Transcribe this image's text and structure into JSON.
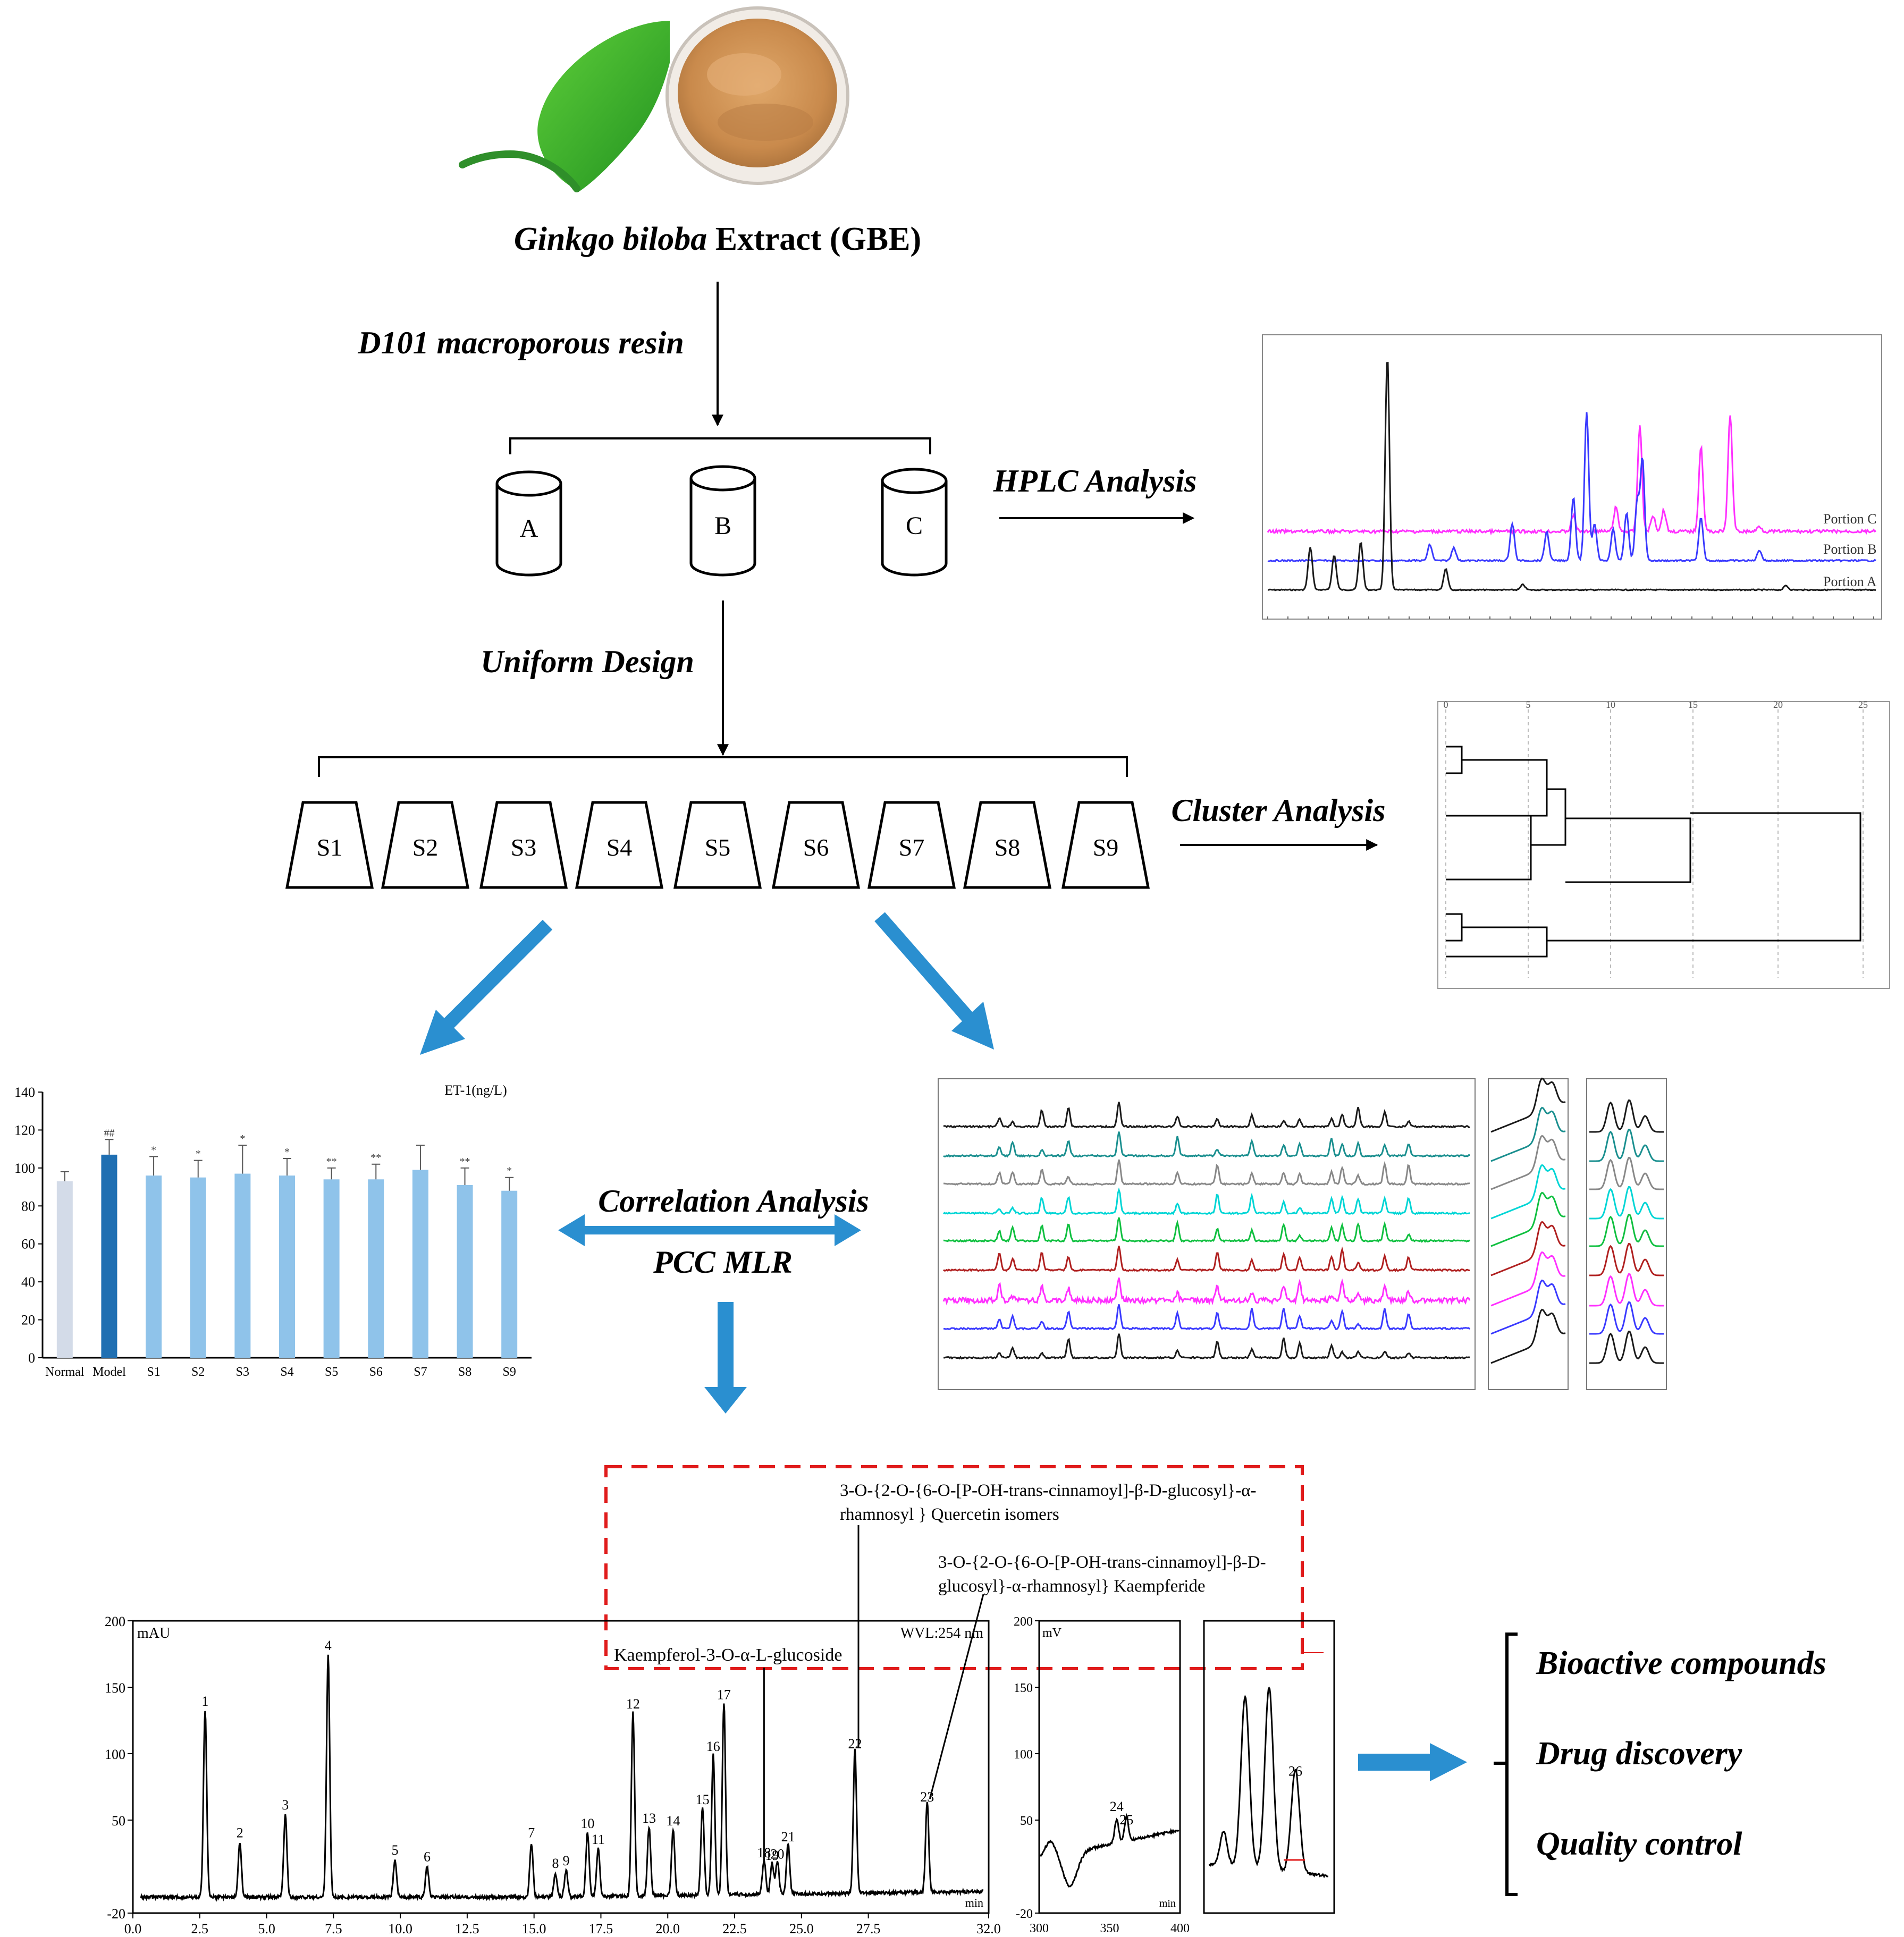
{
  "title": {
    "italic_part": "Ginkgo biloba",
    "rest": " Extract (GBE)"
  },
  "steps": {
    "resin": "D101 macroporous resin",
    "uniform": "Uniform Design",
    "hplc": "HPLC Analysis",
    "cluster": "Cluster Analysis",
    "correlation": "Correlation Analysis",
    "pcc": "PCC MLR"
  },
  "portions": [
    "A",
    "B",
    "C"
  ],
  "samples": [
    "S1",
    "S2",
    "S3",
    "S4",
    "S5",
    "S6",
    "S7",
    "S8",
    "S9"
  ],
  "hplc_legend": [
    "Portion C",
    "Portion B",
    "Portion A"
  ],
  "outcomes": [
    "Bioactive compounds",
    "Drug discovery",
    "Quality control"
  ],
  "colors": {
    "arrow_blue": "#2a8fd0",
    "bar_light": "#d3dbe8",
    "bar_model": "#1f6fb2",
    "bar_s": "#8fc3ea",
    "portion_a": "#1a1a1a",
    "portion_b": "#3a3aff",
    "portion_c": "#ff30ff",
    "dash_red": "#e01b1b"
  },
  "chart_data": [
    {
      "type": "bar",
      "title": "ET-1(ng/L)",
      "categories": [
        "Normal",
        "Model",
        "S1",
        "S2",
        "S3",
        "S4",
        "S5",
        "S6",
        "S7",
        "S8",
        "S9"
      ],
      "values": [
        93,
        107,
        96,
        95,
        97,
        96,
        94,
        94,
        99,
        91,
        88
      ],
      "errors": [
        5,
        8,
        10,
        9,
        15,
        9,
        6,
        8,
        13,
        9,
        7
      ],
      "significance": [
        "",
        "##",
        "*",
        "*",
        "*",
        "*",
        "**",
        "**",
        "",
        "**",
        "*"
      ],
      "ylim": [
        0,
        140
      ],
      "yticks": [
        0,
        20,
        40,
        60,
        80,
        100,
        120,
        140
      ]
    },
    {
      "type": "line",
      "title": "",
      "unit": "mAU",
      "wavelength": "WVL:254 nm",
      "xunit": "min",
      "xlim": [
        0,
        32
      ],
      "ylim": [
        -20,
        200
      ],
      "xticks": [
        "0.0",
        "2.5",
        "5.0",
        "7.5",
        "10.0",
        "12.5",
        "15.0",
        "17.5",
        "20.0",
        "22.5",
        "25.0",
        "27.5",
        "32.0"
      ],
      "yticks": [
        "-20",
        "50",
        "100",
        "150",
        "200"
      ],
      "peaks": [
        {
          "label": "1",
          "x": 2.7,
          "y": 132
        },
        {
          "label": "2",
          "x": 4.0,
          "y": 33
        },
        {
          "label": "3",
          "x": 5.7,
          "y": 54
        },
        {
          "label": "4",
          "x": 7.3,
          "y": 174
        },
        {
          "label": "5",
          "x": 9.8,
          "y": 20
        },
        {
          "label": "6",
          "x": 11.0,
          "y": 15
        },
        {
          "label": "7",
          "x": 14.9,
          "y": 33
        },
        {
          "label": "8",
          "x": 15.8,
          "y": 10
        },
        {
          "label": "9",
          "x": 16.2,
          "y": 12
        },
        {
          "label": "10",
          "x": 17.0,
          "y": 40
        },
        {
          "label": "11",
          "x": 17.4,
          "y": 28
        },
        {
          "label": "12",
          "x": 18.7,
          "y": 130
        },
        {
          "label": "13",
          "x": 19.3,
          "y": 44
        },
        {
          "label": "14",
          "x": 20.2,
          "y": 42
        },
        {
          "label": "15",
          "x": 21.3,
          "y": 58
        },
        {
          "label": "16",
          "x": 21.7,
          "y": 98
        },
        {
          "label": "17",
          "x": 22.1,
          "y": 137
        },
        {
          "label": "18",
          "x": 23.6,
          "y": 18
        },
        {
          "label": "19",
          "x": 23.9,
          "y": 16
        },
        {
          "label": "20",
          "x": 24.1,
          "y": 17
        },
        {
          "label": "21",
          "x": 24.5,
          "y": 30
        },
        {
          "label": "22",
          "x": 27.0,
          "y": 100
        },
        {
          "label": "23",
          "x": 29.7,
          "y": 60
        }
      ],
      "annotations": [
        "Kaempferol-3-O-α-L-glucoside",
        "3-O-{2-O-{6-O-[P-OH-trans-cinnamoyl]-β-D-glucosyl}-α-rhamnosyl } Quercetin isomers",
        "3-O-{2-O-{6-O-[P-OH-trans-cinnamoyl]-β-D-glucosyl}-α-rhamnosyl} Kaempferide"
      ]
    },
    {
      "type": "line",
      "title": "",
      "unit": "mV",
      "xunit": "min",
      "xlim": [
        300,
        400
      ],
      "ylim": [
        -20,
        200
      ],
      "xticks": [
        "300",
        "350",
        "400"
      ],
      "yticks": [
        "-20",
        "50",
        "100",
        "150",
        "200"
      ],
      "peaks": [
        {
          "label": "24",
          "x": 355,
          "y": 52
        },
        {
          "label": "25",
          "x": 362,
          "y": 42
        }
      ]
    },
    {
      "type": "line",
      "title": "",
      "peaks": [
        {
          "label": "26",
          "x": 0.72,
          "y": 0.45
        }
      ]
    }
  ]
}
